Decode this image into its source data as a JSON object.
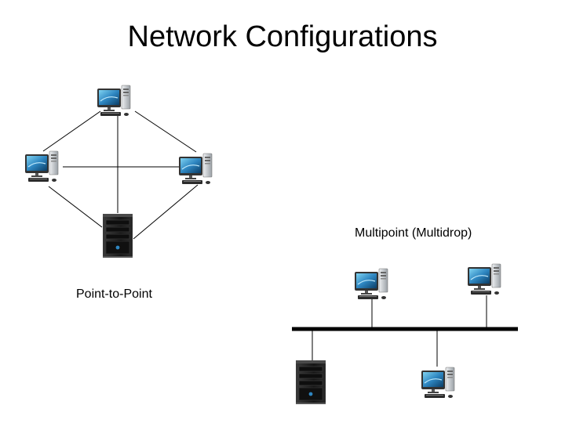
{
  "title": "Network Configurations",
  "point_to_point": {
    "label": "Point-to-Point",
    "nodes": [
      "workstation",
      "workstation",
      "workstation",
      "server"
    ]
  },
  "multipoint": {
    "label": "Multipoint (Multidrop)",
    "nodes": [
      "workstation",
      "workstation",
      "server",
      "workstation"
    ]
  },
  "colors": {
    "line": "#000000",
    "monitor_screen": "#2e86c1",
    "tower": "#c9cdd2",
    "server_body": "#1c1c1c"
  },
  "icons": [
    "workstation-icon",
    "server-icon"
  ]
}
